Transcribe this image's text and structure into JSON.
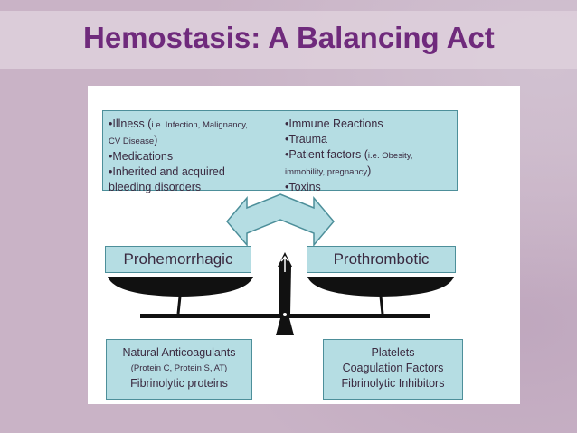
{
  "title": "Hemostasis: A Balancing Act",
  "factors": {
    "left": [
      {
        "main": "•Illness (",
        "small": "i.e. Infection, Malignancy,"
      },
      {
        "main": "",
        "small": " CV Disease",
        "tail": ")"
      },
      {
        "main": "•Medications"
      },
      {
        "main": "•Inherited and acquired"
      },
      {
        "main": " bleeding disorders"
      }
    ],
    "right": [
      {
        "main": "•Immune Reactions"
      },
      {
        "main": "•Trauma"
      },
      {
        "main": "•Patient factors (",
        "small": "i.e. Obesity,"
      },
      {
        "main": "",
        "small": " immobility, pregnancy",
        "tail": ")"
      },
      {
        "main": "•Toxins"
      }
    ]
  },
  "labels": {
    "prohemorrhagic": "Prohemorrhagic",
    "prothrombotic": "Prothrombotic"
  },
  "anticoagulants": {
    "line1": "Natural Anticoagulants",
    "line2": "(Protein C, Protein S, AT)",
    "line3": "Fibrinolytic proteins"
  },
  "procoagulants": {
    "line1": "Platelets",
    "line2": "Coagulation Factors",
    "line3": "Fibrinolytic Inhibitors"
  },
  "colors": {
    "title": "#6f2a7c",
    "box_fill": "#b5dde3",
    "box_border": "#4d8f9a",
    "scale": "#111111"
  }
}
